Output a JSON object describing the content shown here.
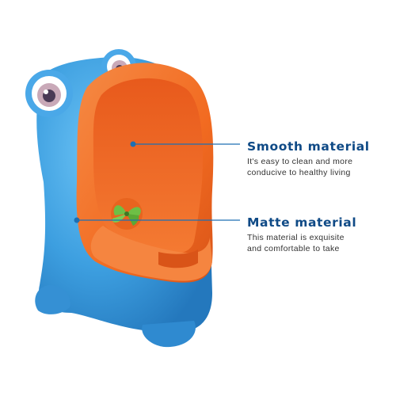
{
  "colors": {
    "blue_body": "#3d9fe0",
    "blue_dark": "#2a7fc4",
    "orange": "#f26b21",
    "orange_dark": "#d9551a",
    "title_text": "#0f4a86",
    "callout_line": "#1d6fb3",
    "leaf_green": "#6ebf45"
  },
  "features": [
    {
      "title": "Smooth material",
      "description_lines": [
        "It's easy to clean and more",
        "conducive to healthy living"
      ]
    },
    {
      "title": "Matte material",
      "description_lines": [
        "This material is exquisite",
        "and comfortable to take"
      ]
    }
  ]
}
